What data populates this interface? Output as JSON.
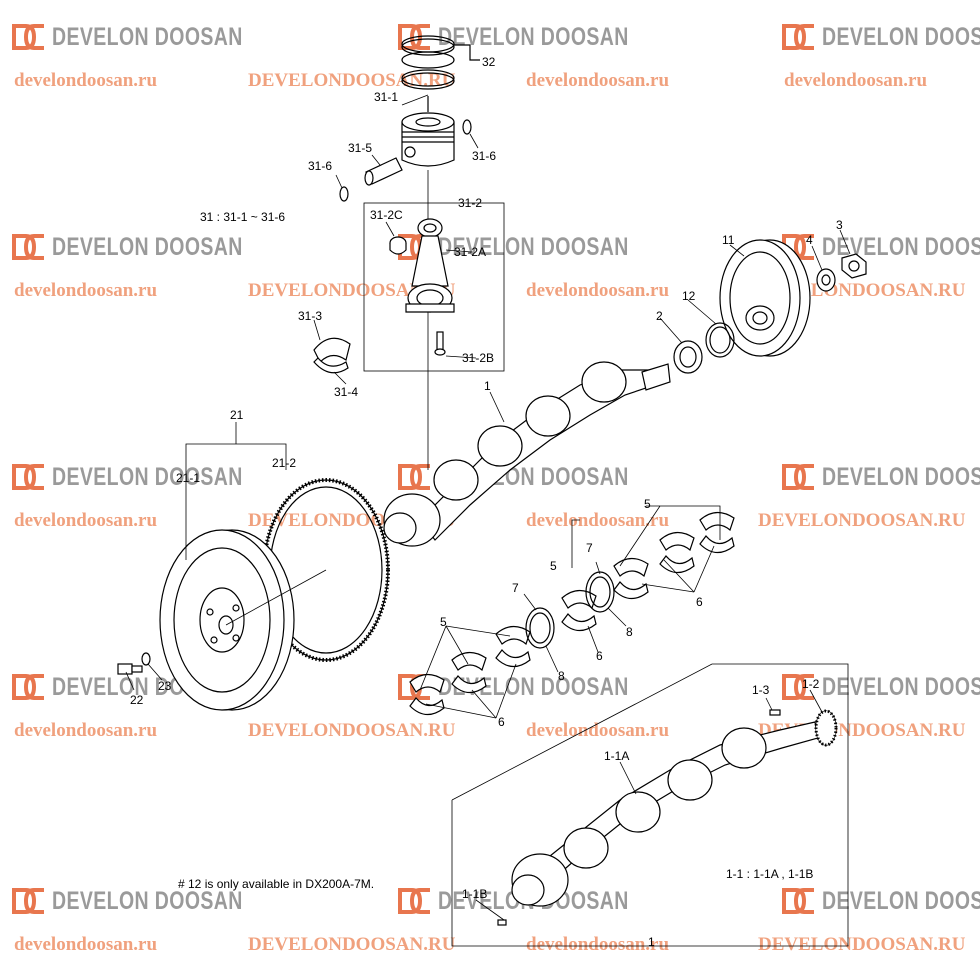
{
  "watermark": {
    "brand": "DEVELON DOOSAN",
    "url_lower": "develondoosan.ru",
    "url_upper": "DEVELONDOOSAN.RU",
    "brand_color": "#9a9a9a",
    "logo_color": "#e8764e",
    "url_color": "#f0a17e"
  },
  "callouts": {
    "c32": "32",
    "c31_1": "31-1",
    "c31_5": "31-5",
    "c31_6a": "31-6",
    "c31_6b": "31-6",
    "c31_range": "31 : 31-1 ~ 31-6",
    "c31_2": "31-2",
    "c31_2C": "31-2C",
    "c31_2A": "31-2A",
    "c31_2B": "31-2B",
    "c31_3": "31-3",
    "c31_4": "31-4",
    "c11": "11",
    "c4": "4",
    "c3": "3",
    "c12": "12",
    "c2": "2",
    "c1": "1",
    "c21": "21",
    "c21_1": "21-1",
    "c21_2": "21-2",
    "c5a": "5",
    "c5b": "5",
    "c5c": "5",
    "c5d": "5",
    "c7a": "7",
    "c7b": "7",
    "c6a": "6",
    "c6b": "6",
    "c6c": "6",
    "c8a": "8",
    "c8b": "8",
    "c22": "22",
    "c23": "23",
    "c1_3": "1-3",
    "c1_2": "1-2",
    "c1_1A": "1-1A",
    "c1_1B": "1-1B",
    "c1_sub": "1-1 : 1-1A , 1-1B",
    "c1_bottom": "1"
  },
  "footnote": "# 12 is only available in DX200A-7M."
}
